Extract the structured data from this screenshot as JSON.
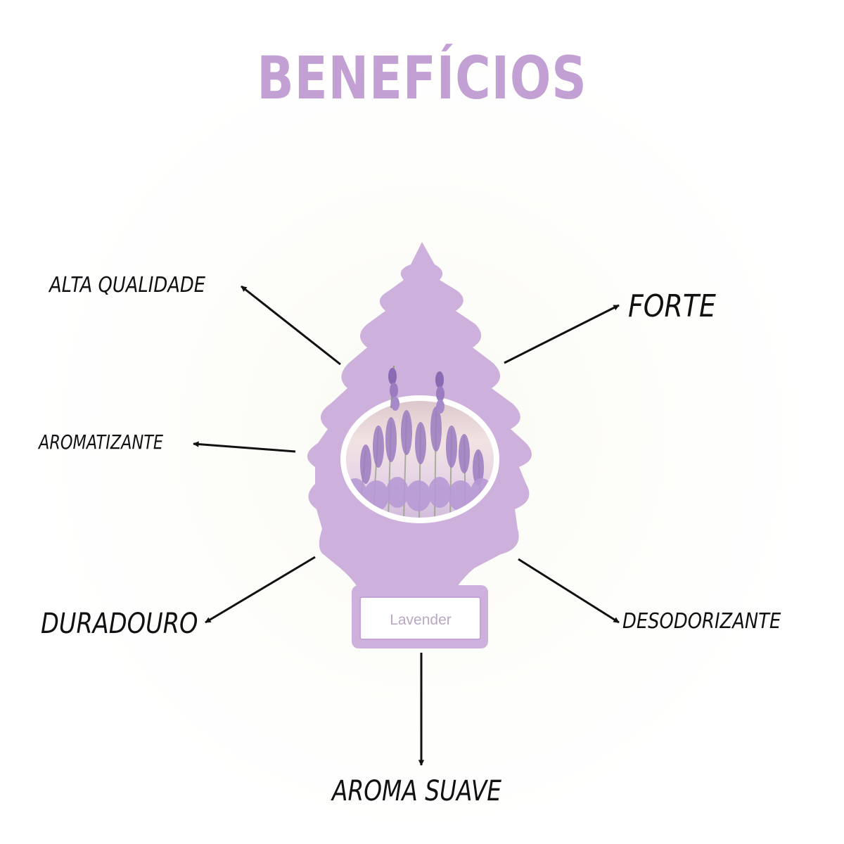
{
  "title": "BENEFÍCIOS",
  "benefits": {
    "alta_qualidade": "ALTA QUALIDADE",
    "forte": "FORTE",
    "aromatizante": "AROMATIZANTE",
    "duradouro": "DURADOURO",
    "desodorizante": "DESODORIZANTE",
    "aroma_suave": "AROMA SUAVE"
  },
  "product": {
    "icon": "tree-air-freshener-icon",
    "badge_label": "Lavender",
    "color": "#cdb0dc",
    "badge_border": "#c4a3d6"
  },
  "colors": {
    "title": "#c3a0d3",
    "text": "#111111",
    "arrow": "#111111"
  }
}
